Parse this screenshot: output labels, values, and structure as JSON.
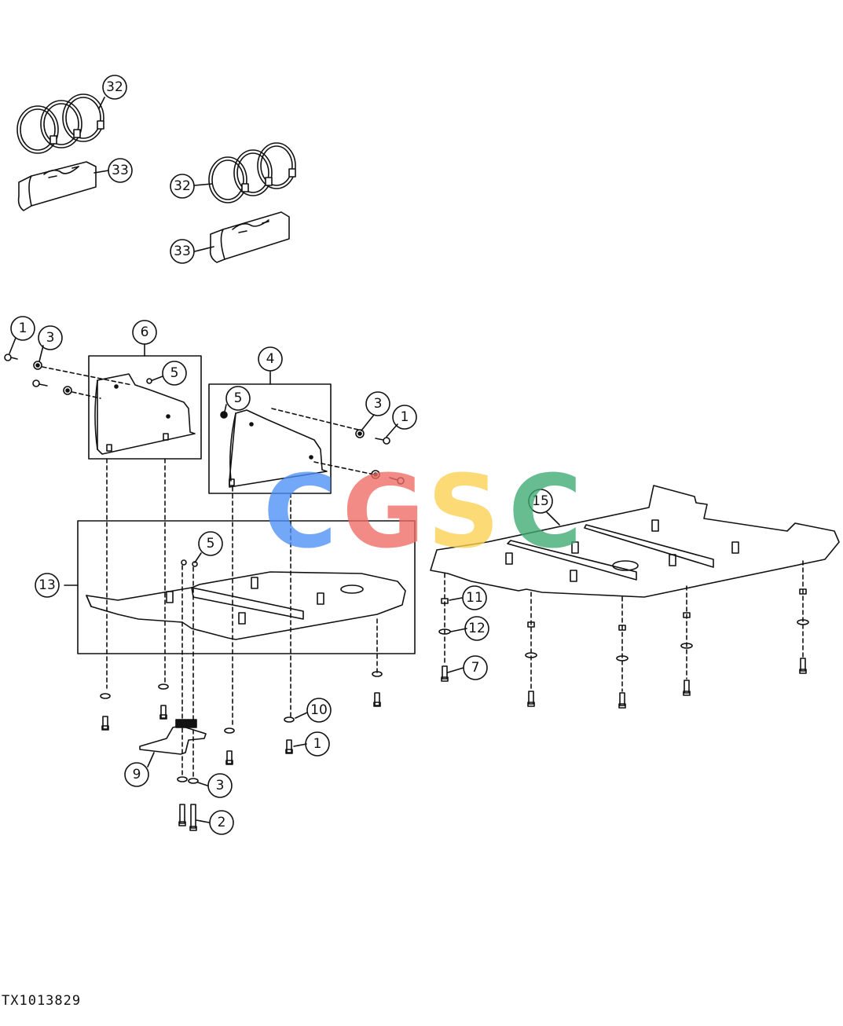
{
  "figure_id": "TX1013829",
  "watermark": {
    "letters": [
      {
        "char": "C",
        "color": "#4d8ff5"
      },
      {
        "char": "G",
        "color": "#ef6b63"
      },
      {
        "char": "S",
        "color": "#fcd04f"
      },
      {
        "char": "C",
        "color": "#3daa72"
      }
    ]
  },
  "callouts": {
    "c32a": "32",
    "c33a": "33",
    "c32b": "32",
    "c33b": "33",
    "c1a": "1",
    "c3a": "3",
    "c6": "6",
    "c5a": "5",
    "c4": "4",
    "c5b": "5",
    "c3b": "3",
    "c1b": "1",
    "c15": "15",
    "c13": "13",
    "c5c": "5",
    "c11": "11",
    "c12": "12",
    "c7": "7",
    "c10": "10",
    "c1c": "1",
    "c9": "9",
    "c3c": "3",
    "c2": "2"
  },
  "colors": {
    "line": "#111111",
    "background": "#ffffff"
  }
}
